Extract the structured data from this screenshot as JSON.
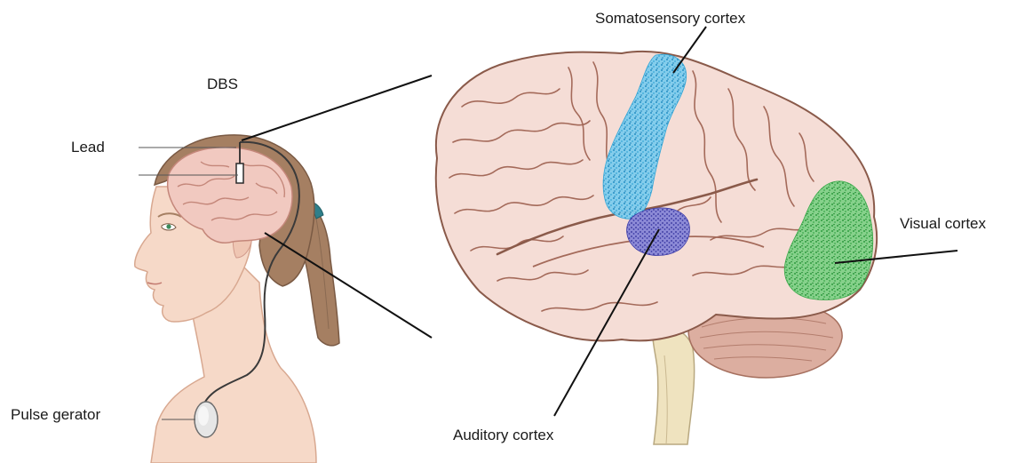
{
  "labels": {
    "dbs": "DBS",
    "lead": "Lead",
    "pulse_generator": "Pulse gerator",
    "somatosensory": "Somatosensory cortex",
    "visual": "Visual cortex",
    "auditory": "Auditory cortex"
  },
  "colors": {
    "skin": "#f6d9c8",
    "skin_shadow": "#e7bda7",
    "hair": "#a57f62",
    "brain_outline": "#8a5a4a",
    "brain_fill": "#f5ddd6",
    "somatosensory": "#2aa3d6",
    "auditory": "#3b3aa6",
    "visual": "#3aa84a",
    "cerebellum": "#d9a89b",
    "brainstem": "#efe3bf",
    "leader_line": "#111111"
  },
  "icons": {
    "head": "head-profile-illustration",
    "brain": "brain-lateral-view-illustration",
    "electrode": "electrode-icon",
    "pulse_generator": "pulse-generator-device-icon"
  }
}
